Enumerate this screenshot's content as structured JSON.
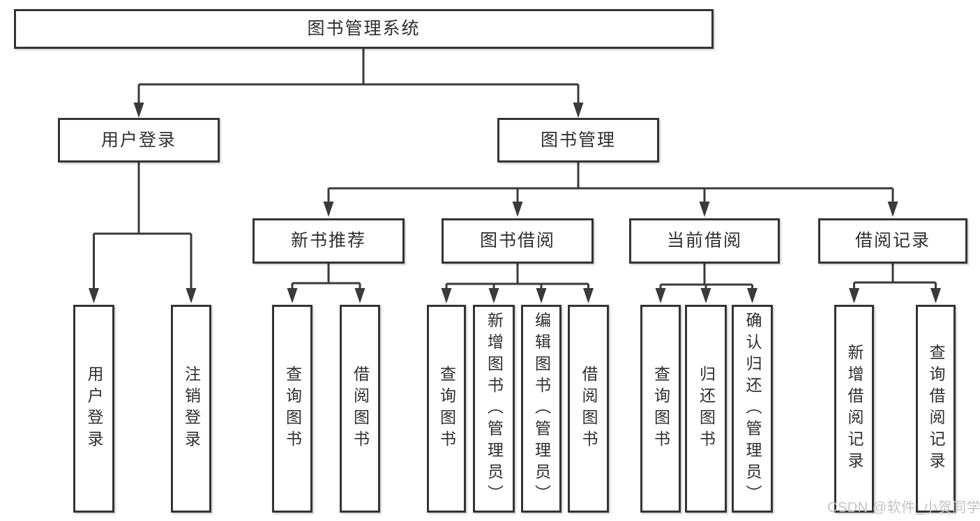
{
  "diagram": {
    "root": {
      "label": "图书管理系统"
    },
    "branches": [
      {
        "label": "用户登录",
        "children": [
          {
            "label": "用户登录"
          },
          {
            "label": "注销登录"
          }
        ]
      },
      {
        "label": "图书管理",
        "children": [
          {
            "label": "新书推荐",
            "children": [
              {
                "label": "查询图书"
              },
              {
                "label": "借阅图书"
              }
            ]
          },
          {
            "label": "图书借阅",
            "children": [
              {
                "label": "查询图书"
              },
              {
                "label": "新增图书（管理员）"
              },
              {
                "label": "编辑图书（管理员）"
              },
              {
                "label": "借阅图书"
              }
            ]
          },
          {
            "label": "当前借阅",
            "children": [
              {
                "label": "查询图书"
              },
              {
                "label": "归还图书"
              },
              {
                "label": "确认归还（管理员）"
              }
            ]
          },
          {
            "label": "借阅记录",
            "children": [
              {
                "label": "新增借阅记录"
              },
              {
                "label": "查询借阅记录"
              }
            ]
          }
        ]
      }
    ]
  },
  "watermark": {
    "text": "CSDN @软件_小贺同学"
  },
  "colors": {
    "background": "#ffffff",
    "line": "#3a3a3a",
    "border": "#343434",
    "text": "#2f2f2f",
    "watermark": "#c3c3c3"
  }
}
